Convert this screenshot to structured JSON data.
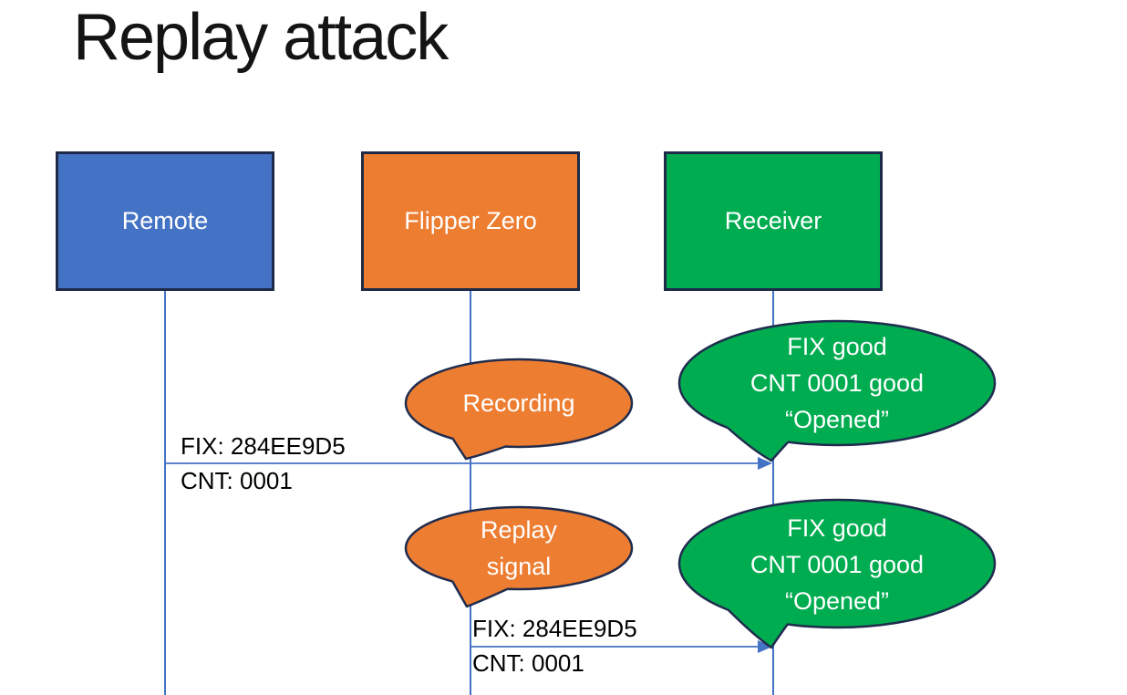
{
  "slide": {
    "title": "Replay attack"
  },
  "actors": [
    {
      "label": "Remote",
      "fill": "#4472c4"
    },
    {
      "label": "Flipper Zero",
      "fill": "#ed7d31"
    },
    {
      "label": "Receiver",
      "fill": "#00ac50"
    }
  ],
  "callouts": [
    {
      "owner": "Flipper Zero",
      "fill": "#ed7d31",
      "lines": [
        "Recording"
      ]
    },
    {
      "owner": "Receiver",
      "fill": "#00ac50",
      "lines": [
        "FIX good",
        "CNT 0001 good",
        "“Opened”"
      ]
    },
    {
      "owner": "Flipper Zero",
      "fill": "#ed7d31",
      "lines": [
        "Replay",
        "signal"
      ]
    },
    {
      "owner": "Receiver",
      "fill": "#00ac50",
      "lines": [
        "FIX good",
        "CNT 0001 good",
        "“Opened”"
      ]
    }
  ],
  "messages": [
    {
      "from": "Remote",
      "to": "Receiver",
      "labels": [
        "FIX: 284EE9D5",
        "CNT: 0001"
      ]
    },
    {
      "from": "Flipper Zero",
      "to": "Receiver",
      "labels": [
        "FIX: 284EE9D5",
        "CNT: 0001"
      ]
    }
  ],
  "colors": {
    "connector": "#4472c4",
    "shape_outline": "#1f2c4e",
    "box_blue": "#4472c4",
    "box_orange": "#ed7d31",
    "box_green": "#00ac50",
    "text_on_fill": "#ffffff",
    "label_text": "#000000",
    "title_text": "#141414"
  }
}
